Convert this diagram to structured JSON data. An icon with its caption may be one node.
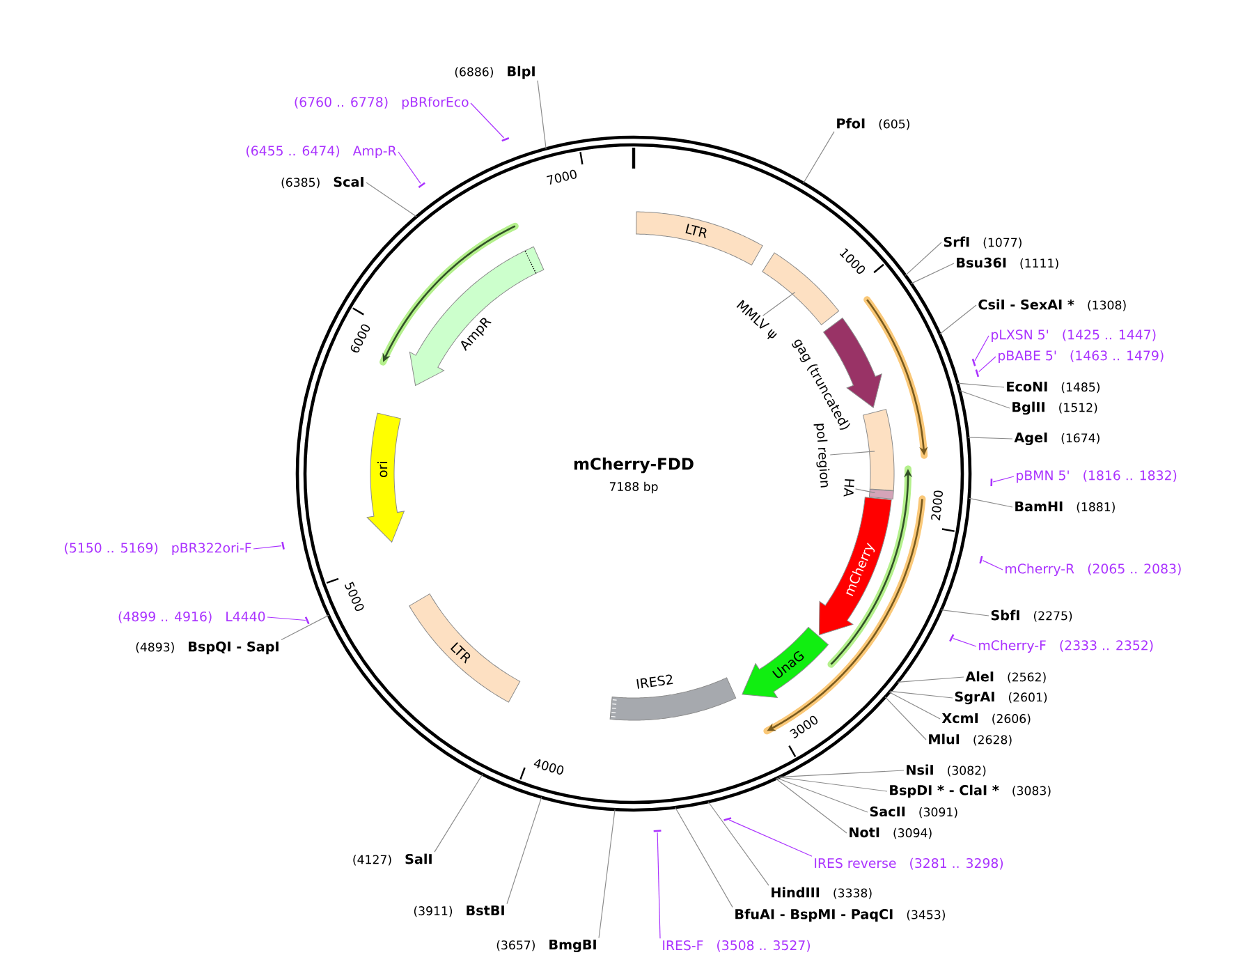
{
  "diagram": {
    "title": "mCherry-FDD",
    "nodes": [
      {
        "text": [
          "PfoI",
          "(605)"
        ]
      },
      {
        "text": [
          "SrfI",
          "(1077)"
        ]
      },
      {
        "text": [
          "Bsu36I",
          "(1111)"
        ]
      },
      {
        "text": [
          "CsiI - SexAI *",
          "(1308)"
        ]
      },
      {
        "text": [
          "pLXSN 5'",
          "(1425 .. 1447)"
        ]
      },
      {
        "text": [
          "pBABE 5'",
          "(1463 .. 1479)"
        ]
      },
      {
        "text": [
          "EcoNI",
          "(1485)"
        ]
      },
      {
        "text": [
          "BglII",
          "(1512)"
        ]
      },
      {
        "text": [
          "AgeI",
          "(1674)"
        ]
      },
      {
        "text": [
          "pBMN 5'",
          "(1816 .. 1832)"
        ]
      },
      {
        "text": [
          "BamHI",
          "(1881)"
        ]
      },
      {
        "text": [
          "mCherry-R",
          "(2065 .. 2083)"
        ]
      },
      {
        "text": [
          "SbfI",
          "(2275)"
        ]
      },
      {
        "text": [
          "mCherry-F",
          "(2333 .. 2352)"
        ]
      },
      {
        "text": [
          "AleI",
          "(2562)"
        ]
      },
      {
        "text": [
          "SgrAI",
          "(2601)"
        ]
      },
      {
        "text": [
          "XcmI",
          "(2606)"
        ]
      },
      {
        "text": [
          "MluI",
          "(2628)"
        ]
      },
      {
        "text": [
          "NsiI",
          "(3082)"
        ]
      },
      {
        "text": [
          "BspDI * - ClaI *",
          "(3083)"
        ]
      },
      {
        "text": [
          "SacII",
          "(3091)"
        ]
      },
      {
        "text": [
          "NotI",
          "(3094)"
        ]
      },
      {
        "text": [
          "IRES reverse",
          "(3281 .. 3298)"
        ]
      },
      {
        "text": [
          "HindIII",
          "(3338)"
        ]
      },
      {
        "text": [
          "BfuAI - BspMI - PaqCI",
          "(3453)"
        ]
      },
      {
        "text": [
          "IRES-F",
          "(3508 .. 3527)"
        ]
      },
      {
        "text": [
          "(3657)",
          "BmgBI"
        ]
      },
      {
        "text": [
          "(3911)",
          "BstBI"
        ]
      },
      {
        "text": [
          "(4127)",
          "SalI"
        ]
      },
      {
        "text": [
          "(4893)",
          "BspQI - SapI"
        ]
      },
      {
        "text": [
          "(4899 .. 4916)",
          "L4440"
        ]
      },
      {
        "text": [
          "(5150 .. 5169)",
          "pBR322ori-F"
        ]
      },
      {
        "text": [
          "(6385)",
          "ScaI"
        ]
      },
      {
        "text": [
          "(6455 .. 6474)",
          "Amp-R"
        ]
      },
      {
        "text": [
          "(6760 .. 6778)",
          "pBRforEco"
        ]
      },
      {
        "text": [
          "(6886)",
          "BlpI"
        ]
      },
      {
        "text": [
          "LTR"
        ]
      },
      {
        "text": [],
        "shape": "bar"
      },
      {
        "text": [
          "MMLV ψ"
        ]
      },
      {
        "text": [
          "gag (truncated)"
        ]
      },
      {
        "text": [],
        "shape": "bar"
      },
      {
        "text": [
          "pol region"
        ]
      },
      {
        "text": [],
        "shape": "bar"
      },
      {
        "text": [
          "HA"
        ]
      },
      {
        "text": [
          "mCherry"
        ]
      },
      {
        "text": [
          "UnaG"
        ]
      },
      {
        "text": [
          "IRES2"
        ]
      },
      {
        "text": [
          "LTR"
        ]
      },
      {
        "text": [
          "ori"
        ]
      },
      {
        "text": [
          "AmpR"
        ]
      },
      {
        "text": [],
        "shape": "bar"
      },
      {
        "text": [],
        "shape": "bar"
      },
      {
        "text": [],
        "shape": "bar"
      },
      {
        "text": [],
        "shape": "bar"
      },
      {
        "text": [],
        "shape": "bar"
      },
      {
        "text": [],
        "shape": "bar"
      },
      {
        "text": [],
        "shape": "bar"
      },
      {
        "text": [],
        "shape": "bar"
      },
      {
        "text": [],
        "shape": "bar"
      },
      {
        "text": [],
        "shape": "bar"
      },
      {
        "text": [],
        "shape": "bar"
      }
    ],
    "edges": [
      {
        "from": 0,
        "to": null,
        "arrow": "none"
      },
      {
        "from": 1,
        "to": null,
        "arrow": "none"
      },
      {
        "from": 2,
        "to": null,
        "arrow": "none"
      },
      {
        "from": 3,
        "to": null,
        "arrow": "none"
      },
      {
        "from": 4,
        "to": 50,
        "arrow": "none",
        "color": "#aa33ff"
      },
      {
        "from": 5,
        "to": 51,
        "arrow": "none",
        "color": "#aa33ff"
      },
      {
        "from": 6,
        "to": null,
        "arrow": "none"
      },
      {
        "from": 7,
        "to": null,
        "arrow": "none"
      },
      {
        "from": 8,
        "to": null,
        "arrow": "none"
      },
      {
        "from": 9,
        "to": 52,
        "arrow": "none",
        "color": "#aa33ff"
      },
      {
        "from": 10,
        "to": null,
        "arrow": "none"
      },
      {
        "from": 11,
        "to": 53,
        "arrow": "none",
        "color": "#aa33ff"
      },
      {
        "from": 12,
        "to": null,
        "arrow": "none"
      },
      {
        "from": 13,
        "to": 54,
        "arrow": "none",
        "color": "#aa33ff"
      },
      {
        "from": 14,
        "to": null,
        "arrow": "none"
      },
      {
        "from": 15,
        "to": null,
        "arrow": "none"
      },
      {
        "from": 16,
        "to": null,
        "arrow": "none"
      },
      {
        "from": 17,
        "to": null,
        "arrow": "none"
      },
      {
        "from": 18,
        "to": null,
        "arrow": "none"
      },
      {
        "from": 19,
        "to": null,
        "arrow": "none"
      },
      {
        "from": 20,
        "to": null,
        "arrow": "none"
      },
      {
        "from": 21,
        "to": null,
        "arrow": "none"
      },
      {
        "from": 22,
        "to": 55,
        "arrow": "none",
        "color": "#aa33ff"
      },
      {
        "from": 23,
        "to": null,
        "arrow": "none"
      },
      {
        "from": 24,
        "to": null,
        "arrow": "none"
      },
      {
        "from": 25,
        "to": 56,
        "arrow": "none",
        "color": "#aa33ff"
      },
      {
        "from": 26,
        "to": null,
        "arrow": "none"
      },
      {
        "from": 27,
        "to": null,
        "arrow": "none"
      },
      {
        "from": 28,
        "to": null,
        "arrow": "none"
      },
      {
        "from": 29,
        "to": null,
        "arrow": "none"
      },
      {
        "from": 30,
        "to": 57,
        "arrow": "none",
        "color": "#aa33ff"
      },
      {
        "from": 31,
        "to": 58,
        "arrow": "none",
        "color": "#aa33ff"
      },
      {
        "from": 32,
        "to": null,
        "arrow": "none"
      },
      {
        "from": 33,
        "to": 59,
        "arrow": "none",
        "color": "#aa33ff"
      },
      {
        "from": 34,
        "to": 60,
        "arrow": "none",
        "color": "#aa33ff"
      },
      {
        "from": 35,
        "to": null,
        "arrow": "none"
      },
      {
        "from": 38,
        "to": 37,
        "arrow": "none"
      },
      {
        "from": 41,
        "to": 40,
        "arrow": "none"
      },
      {
        "from": 43,
        "to": 42,
        "arrow": "none"
      }
    ],
    "labels": [
      "7188 bp",
      "1000",
      "2000",
      "3000",
      "4000",
      "5000",
      "6000",
      "7000"
    ]
  }
}
